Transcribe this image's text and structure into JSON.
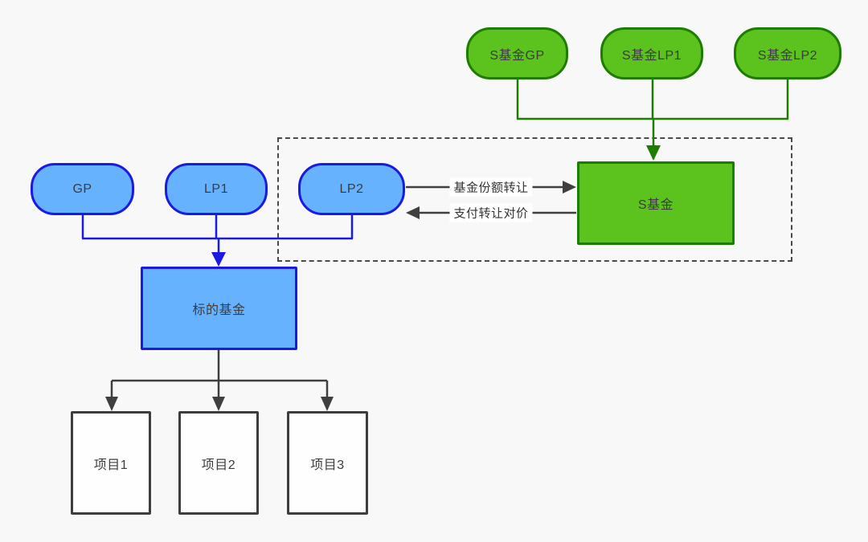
{
  "colors": {
    "background": "#F8F8F8",
    "green_fill": "#5BC21E",
    "green_border": "#1E7D00",
    "blue_fill": "#66B2FF",
    "blue_border": "#1A1AE0",
    "gray_line": "#3F3F3F",
    "dashed_border": "#4A4A4A",
    "text": "#3C3C3C"
  },
  "nodes": {
    "s_fund_gp": {
      "label": "S基金GP"
    },
    "s_fund_lp1": {
      "label": "S基金LP1"
    },
    "s_fund_lp2": {
      "label": "S基金LP2"
    },
    "s_fund": {
      "label": "S基金"
    },
    "gp": {
      "label": "GP"
    },
    "lp1": {
      "label": "LP1"
    },
    "lp2": {
      "label": "LP2"
    },
    "target_fund": {
      "label": "标的基金"
    },
    "project1": {
      "label": "项目1"
    },
    "project2": {
      "label": "项目2"
    },
    "project3": {
      "label": "项目3"
    }
  },
  "edges": {
    "share_transfer_label": "基金份额转让",
    "payment_label": "支付转让对价"
  }
}
